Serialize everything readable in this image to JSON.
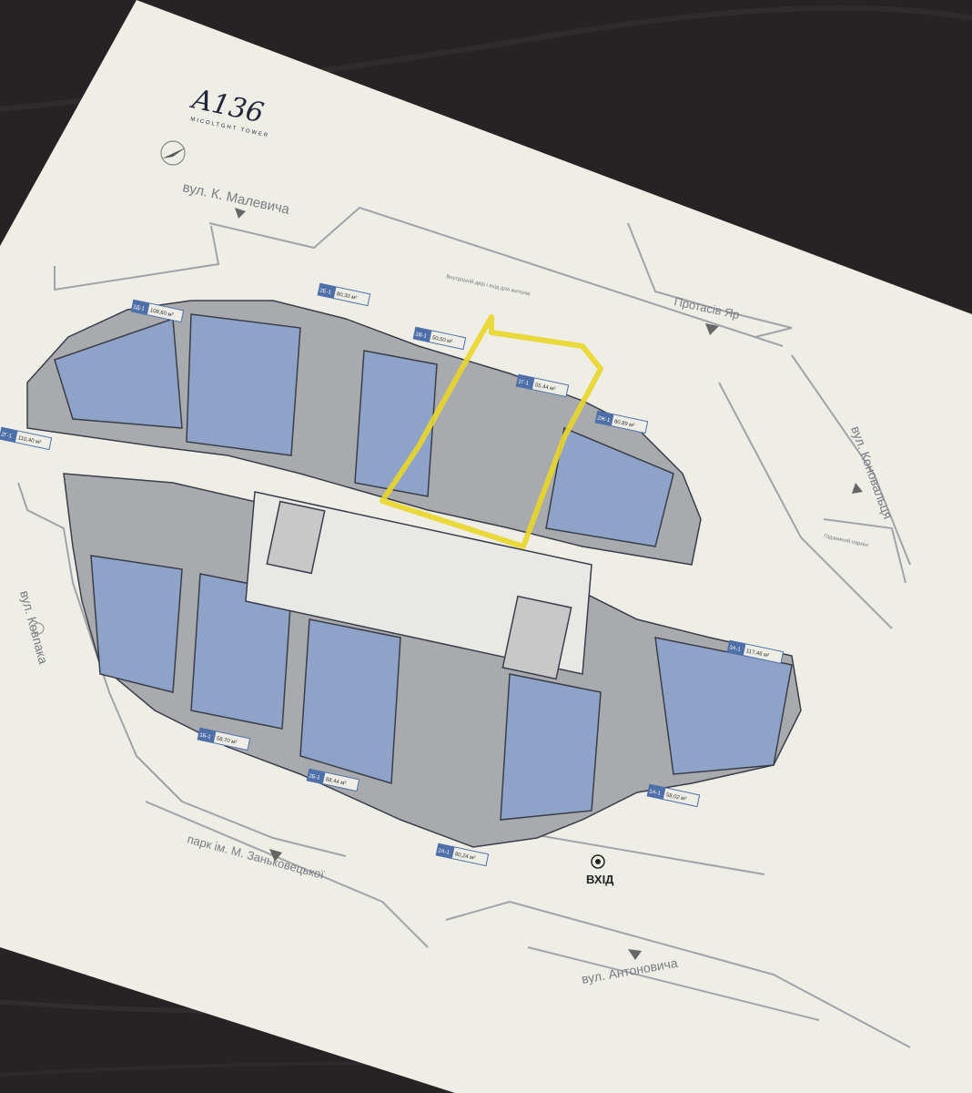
{
  "logo": {
    "mark": "A136",
    "tagline": "MICOLTGHT TOWER"
  },
  "streets": {
    "north": "вул. К. Малевича",
    "east": "вул. Коновальця",
    "west": "вул. Ковпака",
    "south": "вул. Антоновича",
    "park": "парк ім. М. Заньковецької",
    "yar": "Протасів Яр",
    "courtyard": "Внутрішній двір і вхід для жителів",
    "parking": "Підземний паркінг"
  },
  "entrance_label": "ВХІД",
  "units": [
    {
      "code": "2Д-1",
      "area": "108,60 м²"
    },
    {
      "code": "2Е-1",
      "area": "80,30 м²"
    },
    {
      "code": "1В-1",
      "area": "50,50 м²"
    },
    {
      "code": "1Г-1",
      "area": "55,44 м²"
    },
    {
      "code": "2Ж-1",
      "area": "80,89 м²"
    },
    {
      "code": "3А-1",
      "area": "117,46 м²"
    },
    {
      "code": "1А-1",
      "area": "58,02 м²"
    },
    {
      "code": "2А-1",
      "area": "80,24 м²"
    },
    {
      "code": "2Б-1",
      "area": "88,44 м²"
    },
    {
      "code": "1Б-1",
      "area": "58,70 м²"
    },
    {
      "code": "2Г-1",
      "area": "110,40 м²"
    }
  ],
  "colors": {
    "paper": "#eeeee6",
    "line": "#9a9aa0",
    "unit_blue": "#8ea3c7",
    "unit_gray": "#a9aaad",
    "highlight": "#e8d62a",
    "tag_blue": "#4f6fa8"
  }
}
